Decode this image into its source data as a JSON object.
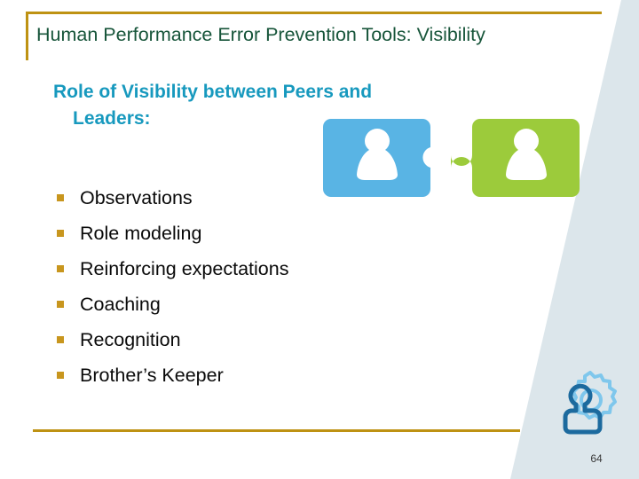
{
  "slide": {
    "title": "Human Performance Error Prevention Tools: Visibility",
    "page_number": "64",
    "subtitle_line1": "Role of Visibility between Peers and",
    "subtitle_line2": "Leaders:",
    "bullets": [
      {
        "label": "Observations"
      },
      {
        "label": "Role modeling"
      },
      {
        "label": "Reinforcing expectations"
      },
      {
        "label": "Coaching"
      },
      {
        "label": "Recognition"
      },
      {
        "label": "Brother’s Keeper"
      }
    ],
    "graphic": {
      "name": "two-puzzle-pieces-with-people",
      "left_piece_label": "peer-puzzle-piece-blue",
      "right_piece_label": "leader-puzzle-piece-green"
    },
    "logo": {
      "name": "person-gear-logo"
    },
    "colors": {
      "title_text": "#17553A",
      "subtitle_text": "#1799BE",
      "accent_gold": "#BE9213",
      "bullet_marker": "#C8961E",
      "body_text": "#0A0A0A",
      "puzzle_blue": "#59B4E4",
      "puzzle_green": "#9CCB3B",
      "band_blue_gray": "#DCE6EB",
      "logo_person": "#1C6A9E",
      "logo_gear": "#7FC7EC",
      "page_number_text": "#3A3A3A",
      "background": "#FFFFFF"
    }
  }
}
